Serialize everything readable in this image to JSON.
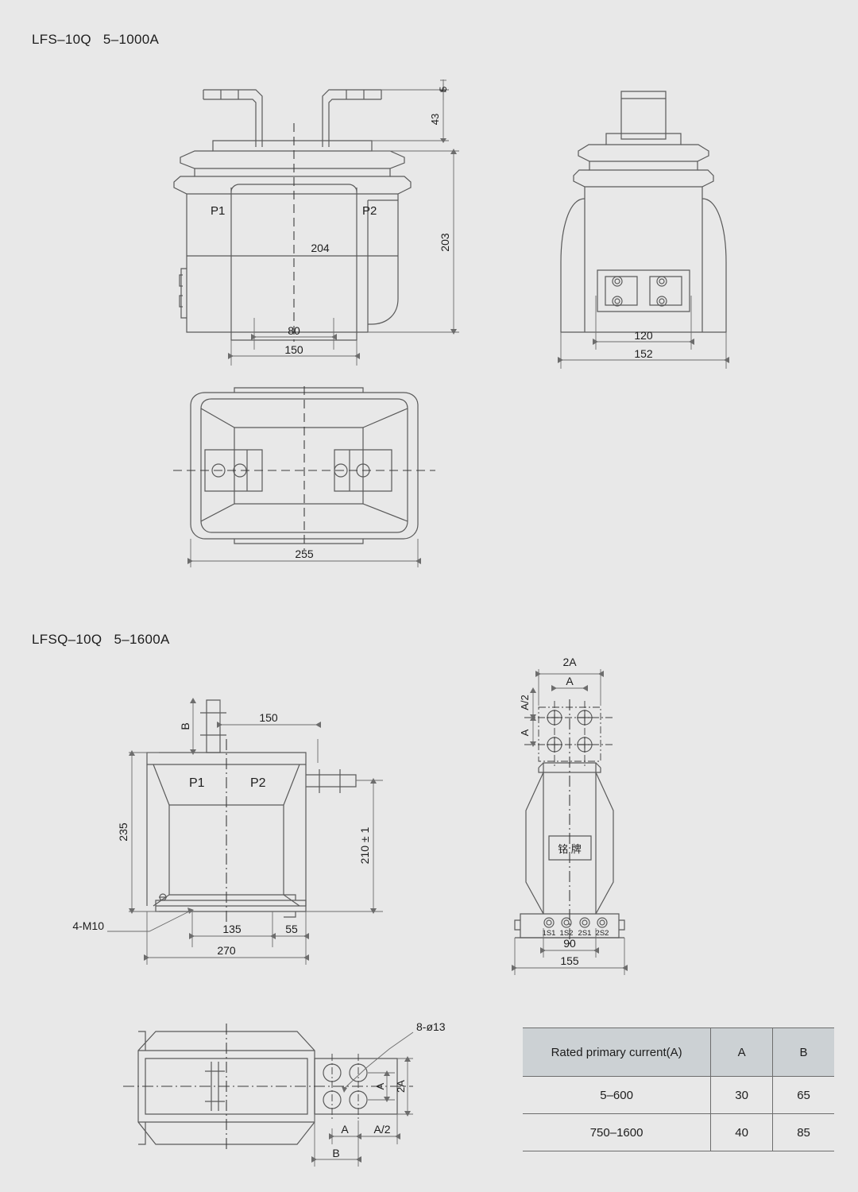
{
  "drawing_titles": {
    "lfs": "LFS–10Q   5–1000A",
    "lfsq": "LFSQ–10Q   5–1600A"
  },
  "lfs_front_view": {
    "terminal_left": "P1",
    "terminal_right": "P2",
    "dim_top_bar_thickness": "5",
    "dim_bar_height": "43",
    "dim_total_height": "203",
    "dim_body_marking": "204",
    "dim_inner_width": "80",
    "dim_body_width": "150"
  },
  "lfs_side_view": {
    "dim_terminal_spacing": "120",
    "dim_base_width": "152"
  },
  "lfs_top_view": {
    "dim_overall_length": "255"
  },
  "lfsq_front_view": {
    "terminal_left": "P1",
    "terminal_right": "P2",
    "dim_bar_b": "B",
    "dim_150": "150",
    "dim_height_235": "235",
    "dim_height_210": "210 ± 1",
    "note_mounting": "4-M10",
    "dim_135": "135",
    "dim_55": "55",
    "dim_270": "270"
  },
  "lfsq_side_view": {
    "dim_2a": "2A",
    "dim_a": "A",
    "dim_a_half": "A/2",
    "dim_a_vert": "A",
    "nameplate": "铭牌",
    "secondary_terminals": [
      "1S1",
      "1S2",
      "2S1",
      "2S2"
    ],
    "dim_90": "90",
    "dim_155": "155"
  },
  "lfsq_top_view": {
    "note_holes": "8-ø13",
    "dim_a": "A",
    "dim_a_half": "A/2",
    "dim_a_vert": "A",
    "dim_2a": "2A",
    "dim_b": "B"
  },
  "spec_table": {
    "headers": [
      "Rated primary current(A)",
      "A",
      "B"
    ],
    "rows": [
      [
        "5–600",
        "30",
        "65"
      ],
      [
        "750–1600",
        "40",
        "85"
      ]
    ]
  },
  "colors": {
    "background": "#e8e8e8",
    "line": "#5a5a5a",
    "line_dark": "#3c3c3c",
    "table_header_bg": "#ccd1d4",
    "text": "#1d1d1d"
  }
}
